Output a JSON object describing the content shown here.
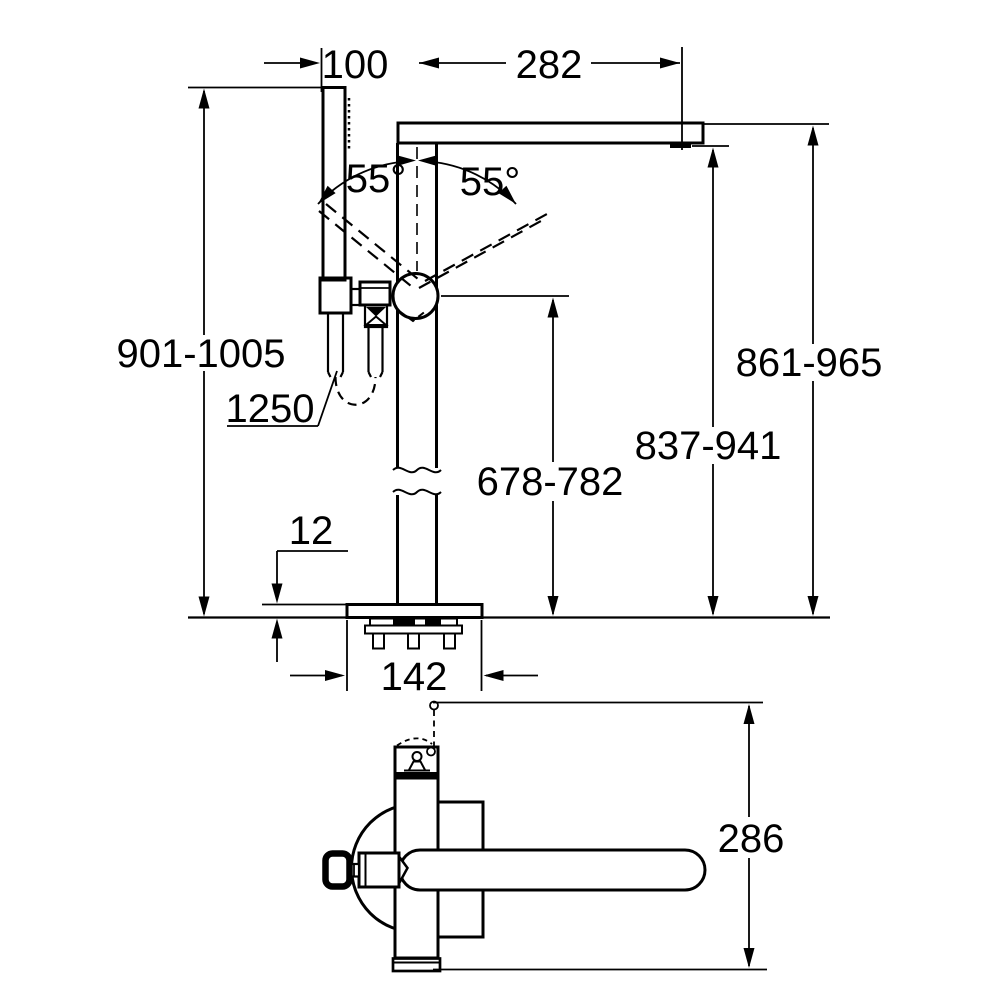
{
  "drawing": {
    "type": "technical-dimension-drawing",
    "colors": {
      "line": "#000000",
      "background": "#ffffff"
    },
    "dims": {
      "hand_shower_offset": "100",
      "spout_reach": "282",
      "spout_swivel_left": "55°",
      "spout_swivel_right": "55°",
      "total_height": "901-1005",
      "shower_hose_length": "1250",
      "spout_top_height": "861-965",
      "spout_outlet_height": "837-941",
      "lever_height": "678-782",
      "base_plate_thickness": "12",
      "base_plate_width": "142",
      "overall_depth": "286"
    }
  }
}
